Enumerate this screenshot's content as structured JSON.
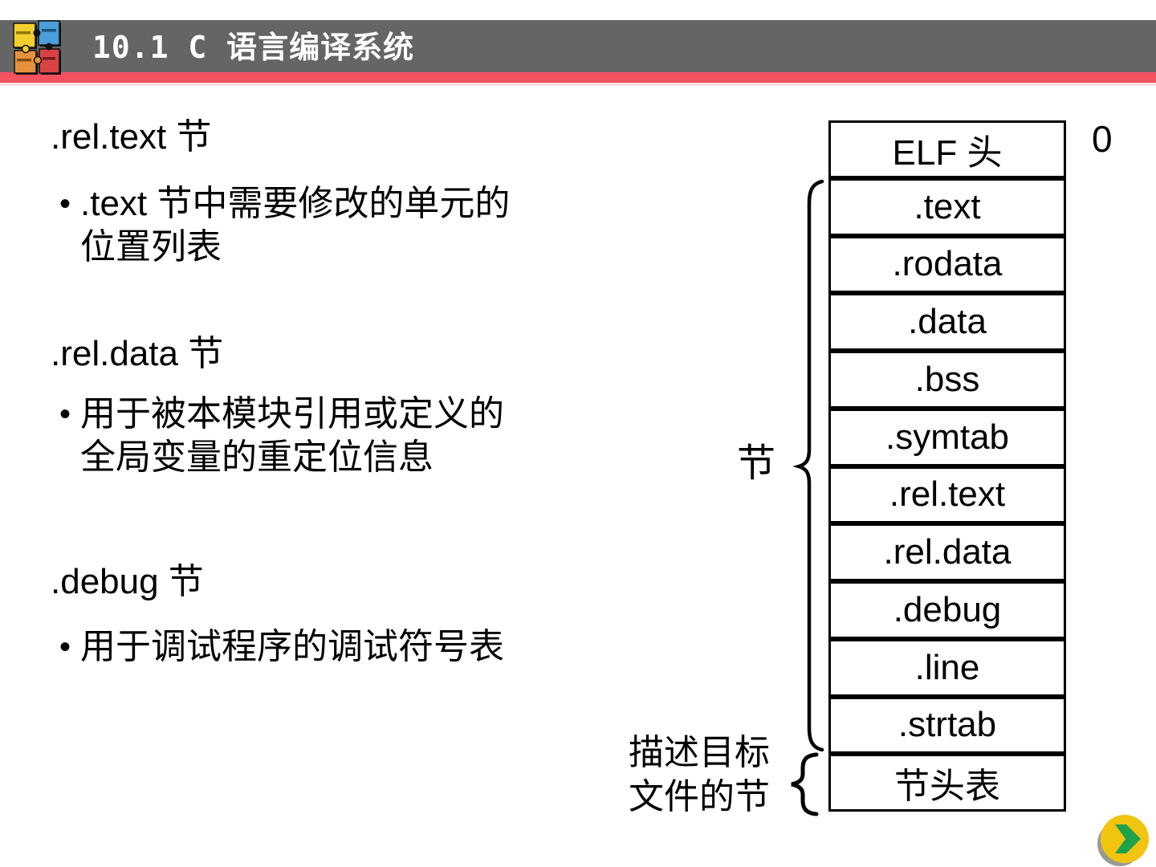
{
  "header": {
    "title": "10.1 C 语言编译系统",
    "bar_color": "#656565",
    "accent_color": "#f5515f",
    "accent_light_color": "#fadde1",
    "logo_icon": "puzzle-pieces-logo",
    "logo_colors": [
      "#f2cf2e",
      "#4a9ed9",
      "#e8913c",
      "#d94343"
    ]
  },
  "content": {
    "bullet_char": "•",
    "blocks": [
      {
        "heading": ".rel.text 节",
        "lines": [
          ".text 节中需要修改的单元的",
          "位置列表"
        ]
      },
      {
        "heading": ".rel.data 节",
        "lines": [
          "用于被本模块引用或定义的",
          "全局变量的重定位信息"
        ]
      },
      {
        "heading": ".debug 节",
        "lines": [
          "用于调试程序的调试符号表"
        ]
      }
    ]
  },
  "diagram": {
    "offset_label": "0",
    "rows": [
      "ELF 头",
      ".text",
      ".rodata",
      ".data",
      ".bss",
      ".symtab",
      ".rel.text",
      ".rel.data",
      ".debug",
      ".line",
      ".strtab",
      "节头表"
    ],
    "brace_label": "节",
    "bottom_label": [
      "描述目标",
      "文件的节"
    ]
  },
  "nav": {
    "next_icon": "chevron-right-icon",
    "button_color": "#f1c40f",
    "arrow_color": "#1fa24b"
  }
}
